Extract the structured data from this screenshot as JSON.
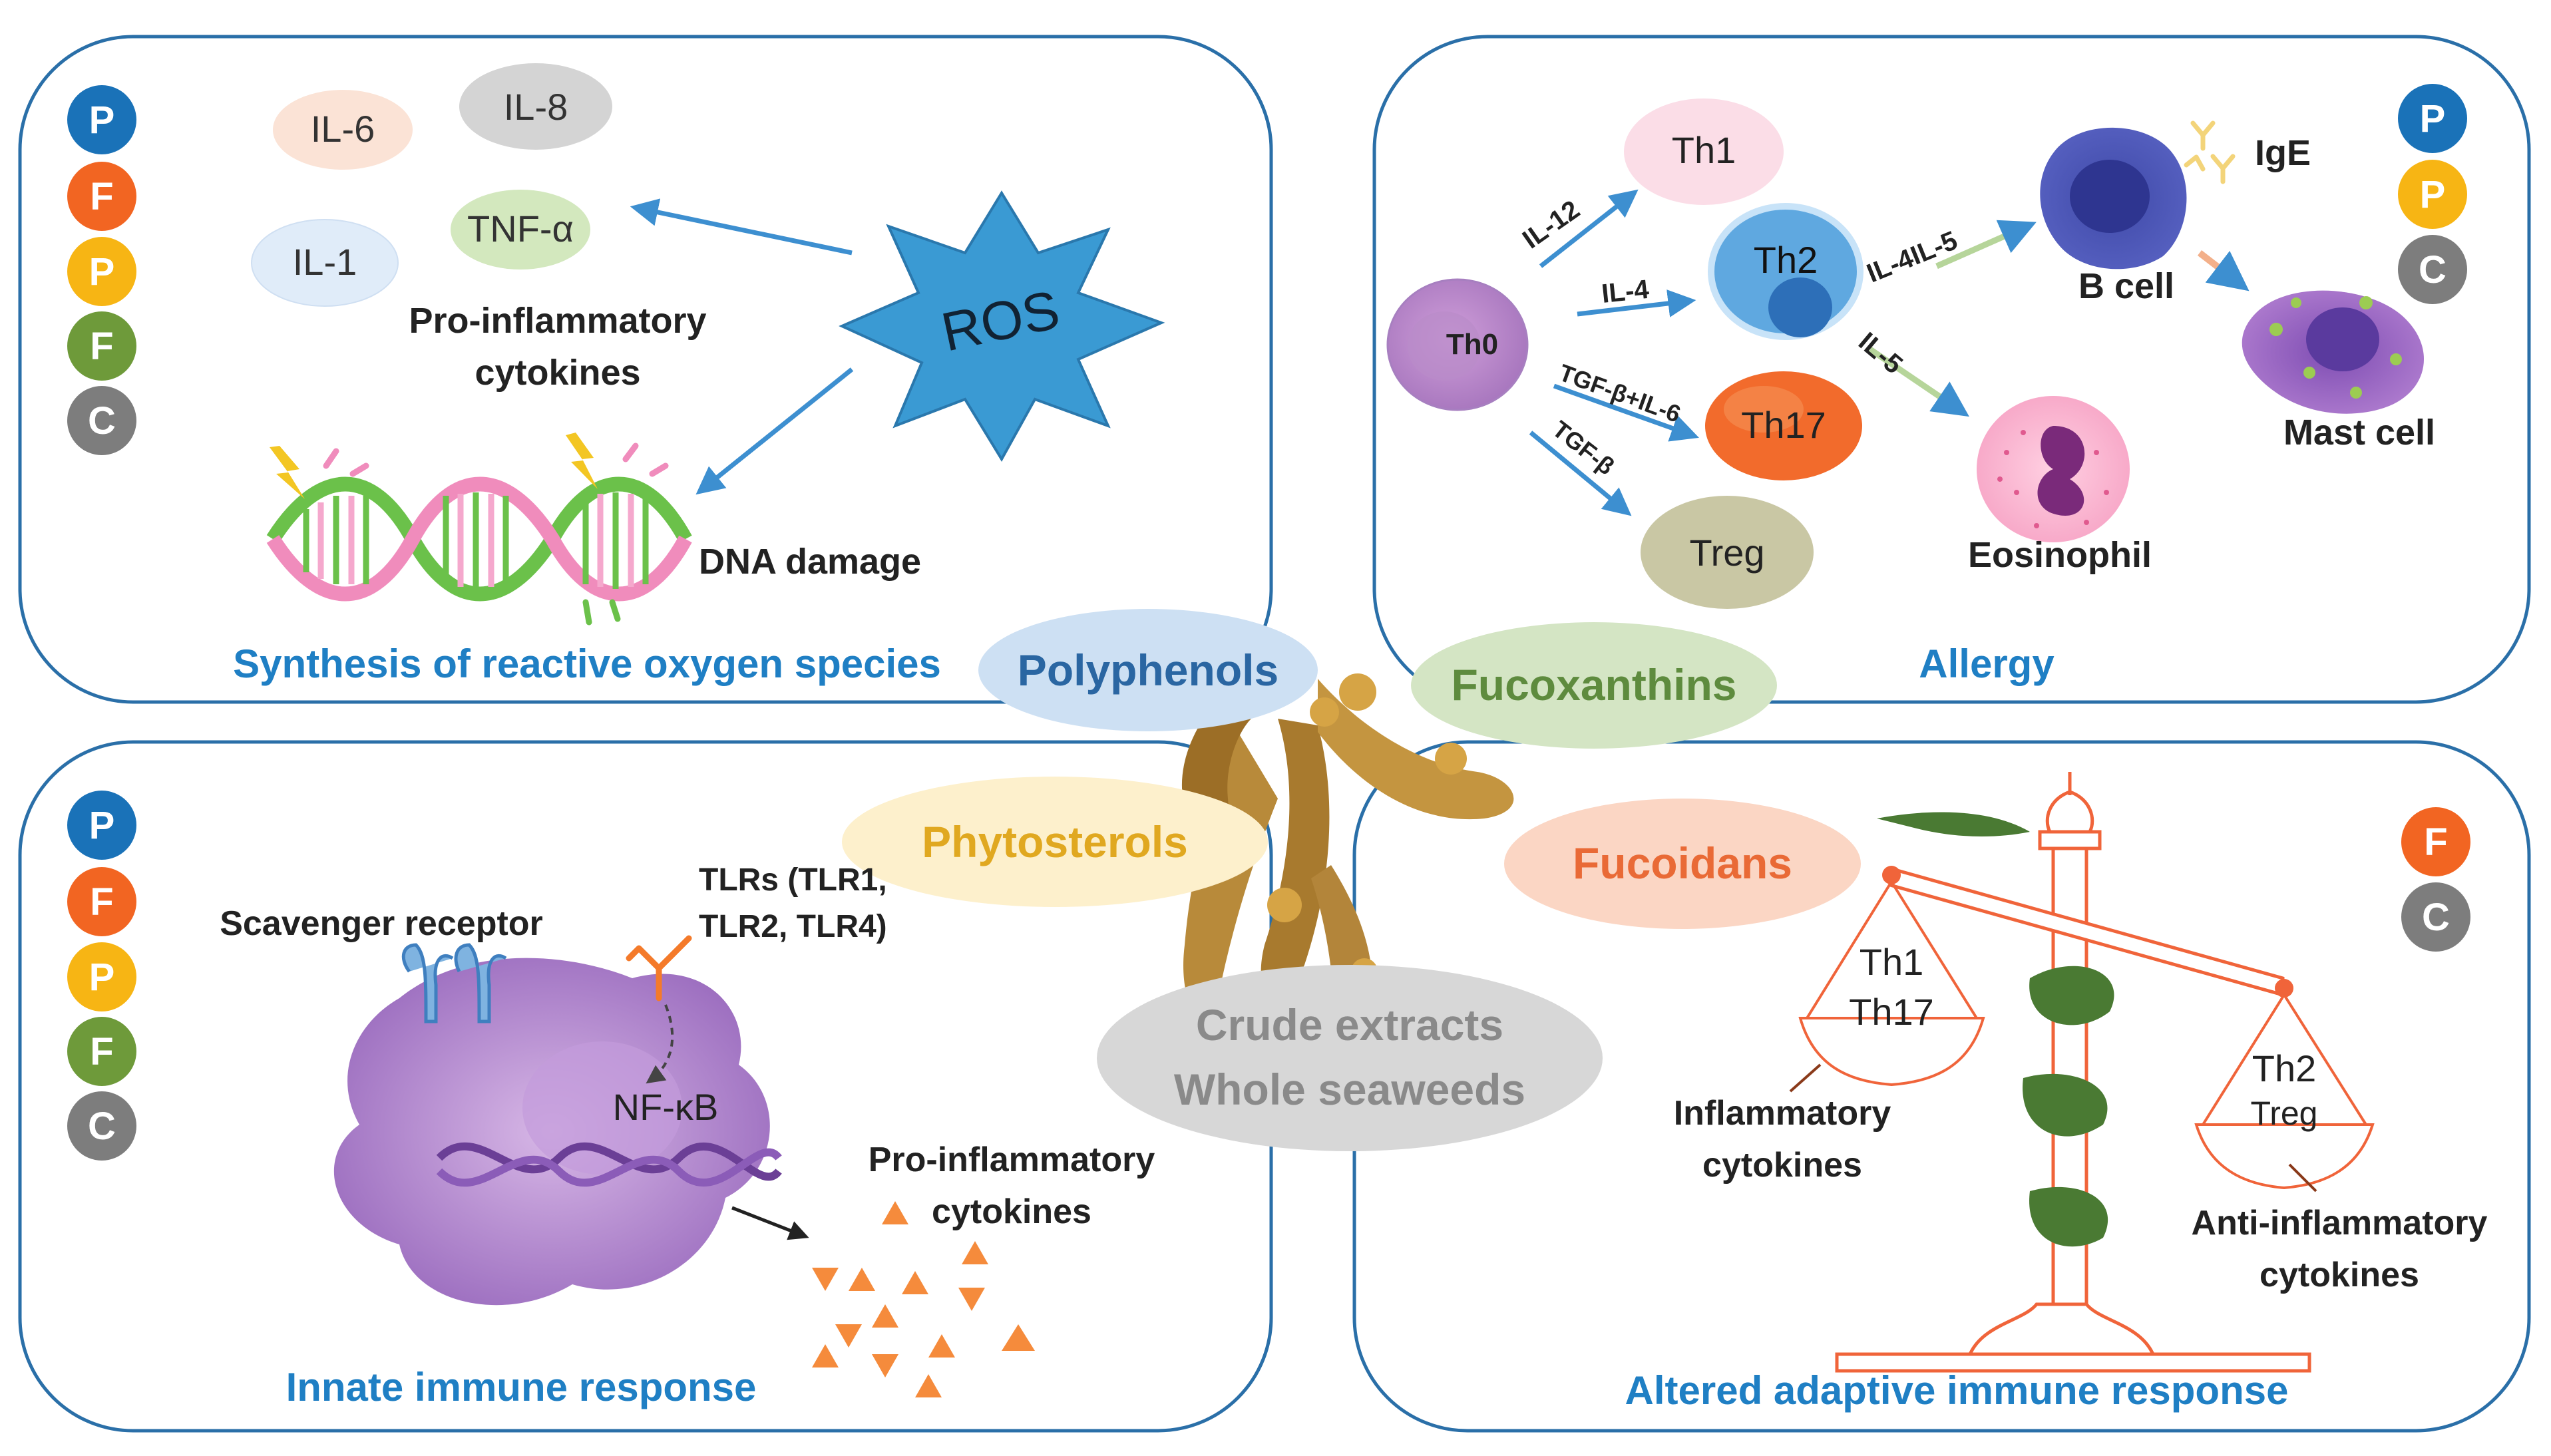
{
  "colors": {
    "panel_border": "#2a6fa8",
    "title_blue": "#1f7fc4",
    "badge_P_blue": "#1a72b8",
    "badge_F_orange": "#f26522",
    "badge_P_yellow": "#f7b514",
    "badge_F_green": "#6e9a3a",
    "badge_C_gray": "#7d7d7d",
    "ros_star": "#3a9ad3",
    "arrow_blue": "#3d8fd0",
    "scale_orange": "#f0643a"
  },
  "panels": {
    "ros": {
      "title": "Synthesis of reactive oxygen species",
      "badges": [
        "P",
        "F",
        "P",
        "F",
        "C"
      ],
      "cytokines": [
        "IL-6",
        "IL-8",
        "IL-1",
        "TNF-α"
      ],
      "cytokine_label_line1": "Pro-inflammatory",
      "cytokine_label_line2": "cytokines",
      "ros_label": "ROS",
      "dna_label": "DNA damage"
    },
    "allergy": {
      "title": "Allergy",
      "badges": [
        "P",
        "P",
        "C"
      ],
      "cells": {
        "th0": "Th0",
        "th1": "Th1",
        "th2": "Th2",
        "th17": "Th17",
        "treg": "Treg",
        "bcell": "B cell",
        "ige": "IgE",
        "mast": "Mast cell",
        "eosinophil": "Eosinophil"
      },
      "arrows": {
        "il12": "IL-12",
        "il4": "IL-4",
        "tgf_il6": "TGF-β+IL-6",
        "tgf": "TGF-β",
        "il4_il5": "IL-4IL-5",
        "il5": "IL-5"
      }
    },
    "innate": {
      "title": "Innate immune response",
      "badges": [
        "P",
        "F",
        "P",
        "F",
        "C"
      ],
      "scavenger": "Scavenger receptor",
      "tlrs_line1": "TLRs (TLR1,",
      "tlrs_line2": "TLR2, TLR4)",
      "nfkb": "NF-κB",
      "cytokine_line1": "Pro-inflammatory",
      "cytokine_line2": "cytokines"
    },
    "adaptive": {
      "title": "Altered adaptive immune response",
      "badges": [
        "F",
        "C"
      ],
      "left_pan_line1": "Th1",
      "left_pan_line2": "Th17",
      "right_pan_line1": "Th2",
      "right_pan_line2": "Treg",
      "left_label_line1": "Inflammatory",
      "left_label_line2": "cytokines",
      "right_label_line1": "Anti-inflammatory",
      "right_label_line2": "cytokines"
    }
  },
  "center": {
    "polyphenols": "Polyphenols",
    "fucoxanthins": "Fucoxanthins",
    "phytosterols": "Phytosterols",
    "fucoidans": "Fucoidans",
    "crude_line1": "Crude extracts",
    "crude_line2": "Whole seaweeds"
  }
}
